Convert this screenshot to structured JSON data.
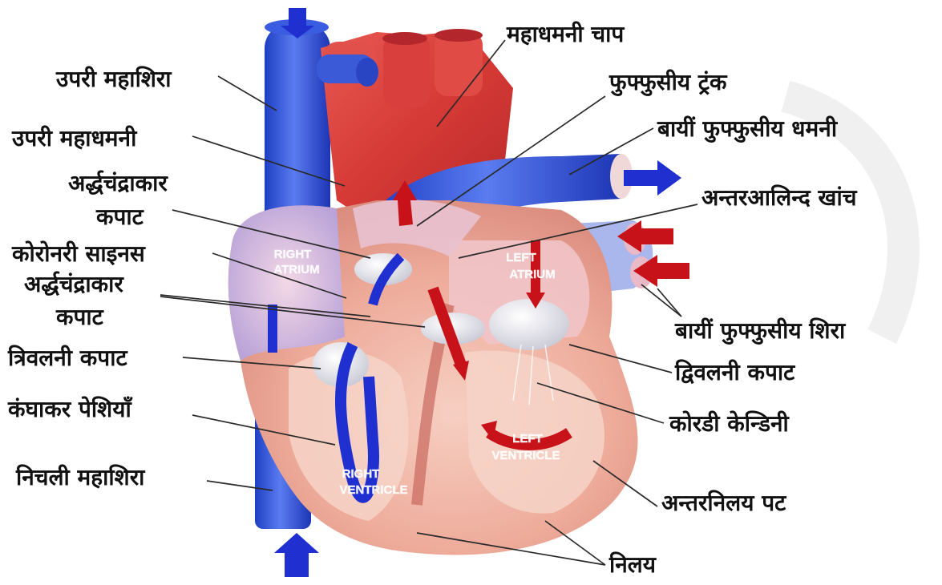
{
  "labels": {
    "superior_vena_cava": "उपरी महाशिरा",
    "superior_aorta": "उपरी महाधमनी",
    "semilunar_valve_upper_1": "अर्द्धचंद्राकार",
    "semilunar_valve_upper_2": "कपाट",
    "coronary_sinus": "कोरोनरी साइनस",
    "semilunar_valve_lower_1": "अर्द्धचंद्राकार",
    "semilunar_valve_lower_2": "कपाट",
    "tricuspid_valve": "त्रिवलनी कपाट",
    "papillary_muscles": "कंघाकर पेशियाँ",
    "inferior_vena_cava": "निचली महाशिरा",
    "aortic_arch": "महाधमनी चाप",
    "pulmonary_trunk": "फुफ्फुसीय ट्रंक",
    "left_pulmonary_artery": "बायीं फुफ्फुसीय धमनी",
    "interatrial_groove": "अन्तरआलिन्द खांच",
    "left_pulmonary_veins": "बायीं फुफ्फुसीय शिरा",
    "bicuspid_valve": "द्विवलनी कपाट",
    "chordae_tendineae": "कोरडी केन्डिनी",
    "interventricular_septum": "अन्तरनिलय पट",
    "ventricles": "निलय"
  },
  "chambers": {
    "right_atrium_1": "RIGHT",
    "right_atrium_2": "ATRIUM",
    "left_atrium_1": "LEFT",
    "left_atrium_2": "ATRIUM",
    "right_ventricle_1": "RIGHT",
    "right_ventricle_2": "VENTRICLE",
    "left_ventricle_1": "LEFT",
    "left_ventricle_2": "VENTRICLE"
  },
  "colors": {
    "deoxygenated": "#2e4fd6",
    "oxygenated": "#d23030",
    "heart_tissue": "#f0b4a4",
    "flow_arrow_red": "#c8121a",
    "flow_arrow_blue": "#1f2fd0"
  }
}
